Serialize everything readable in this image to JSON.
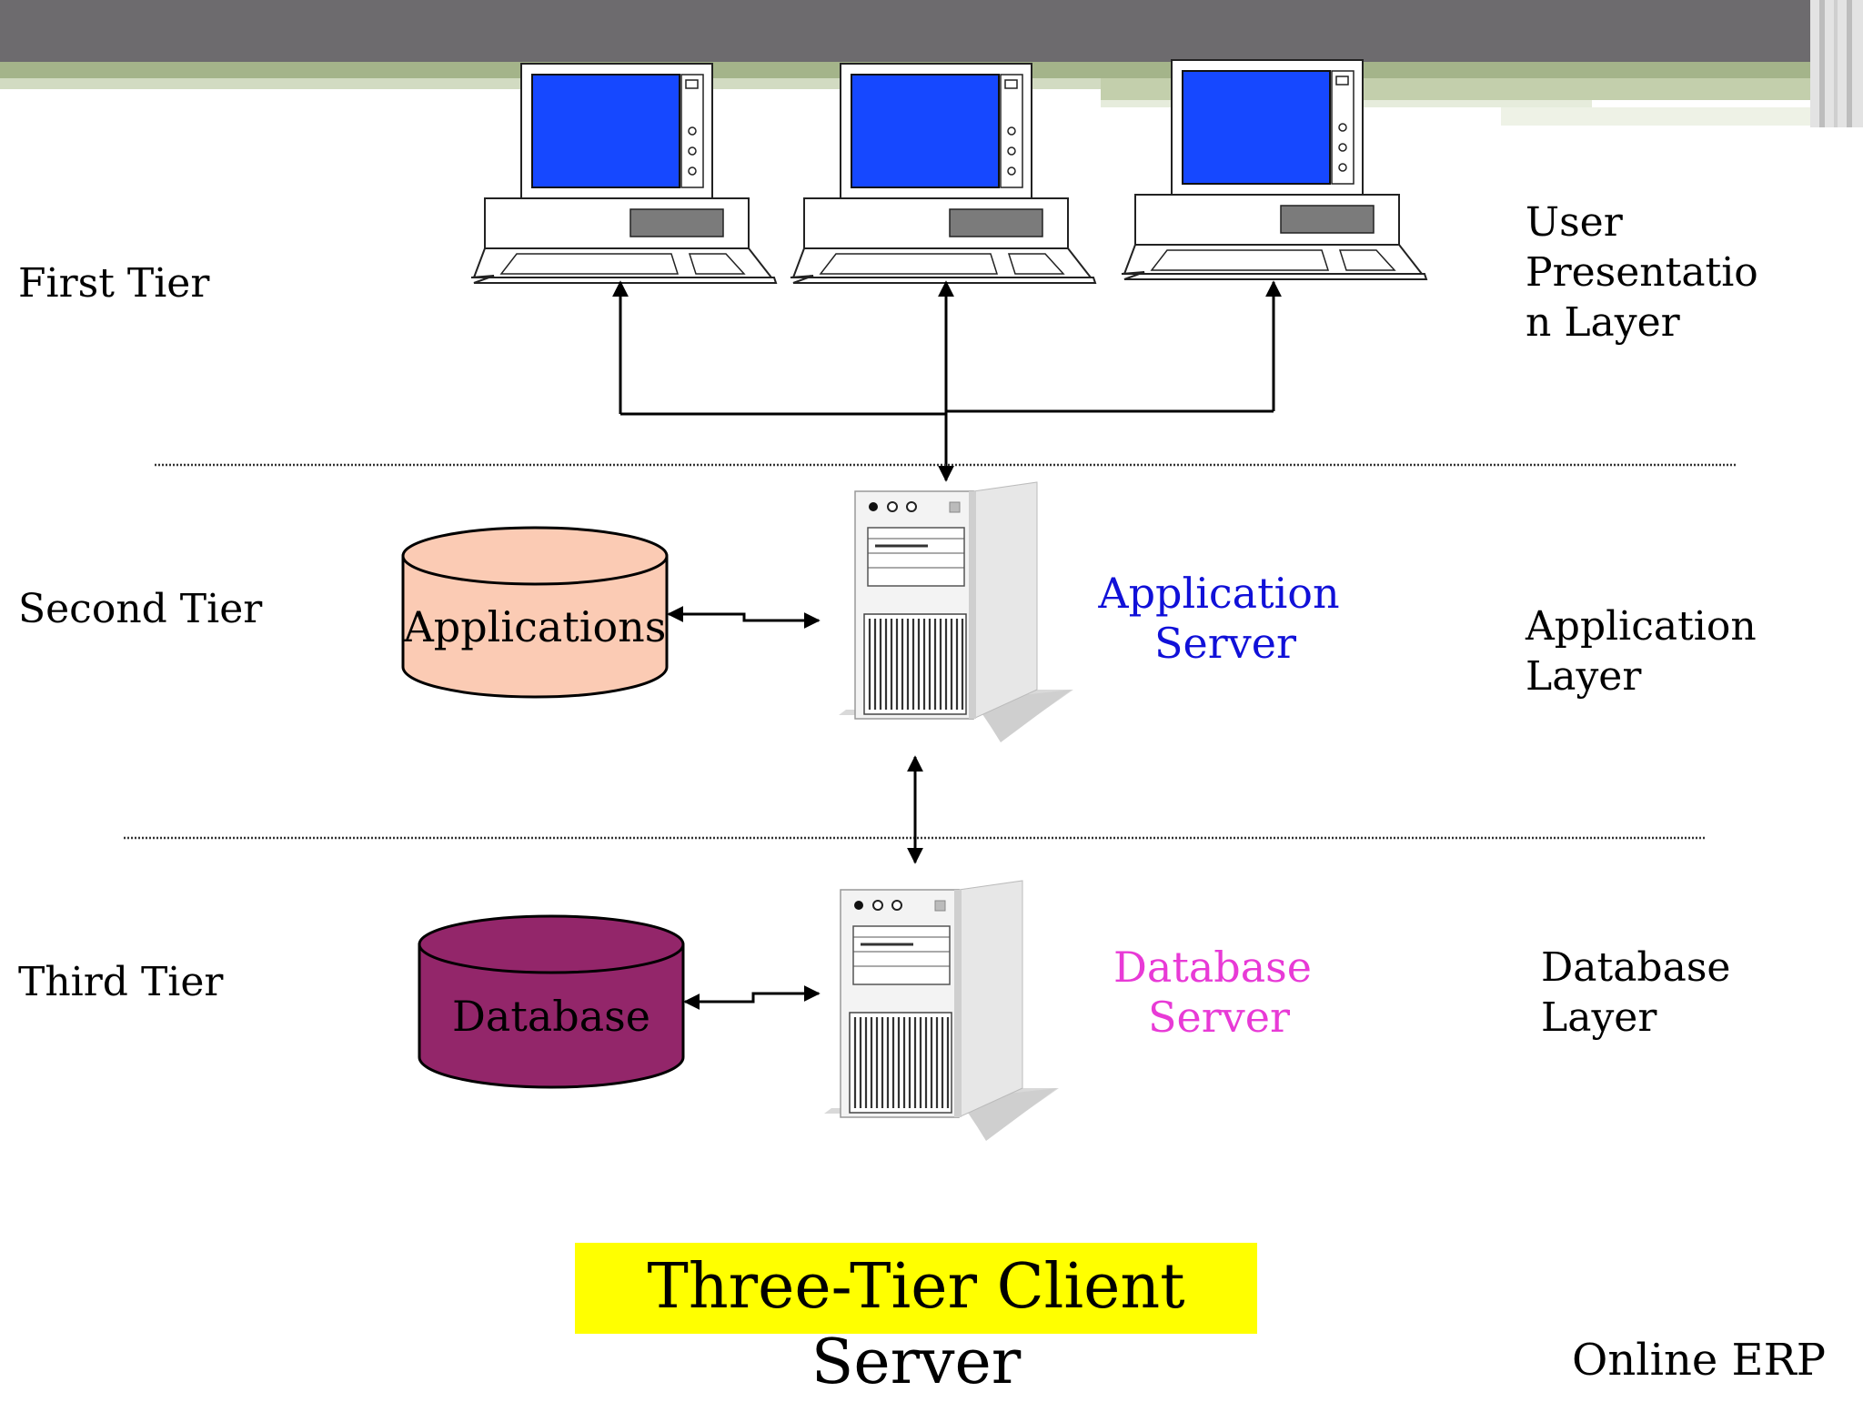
{
  "tiers": {
    "first": "First Tier",
    "second": "Second Tier",
    "third": "Third Tier"
  },
  "layers": {
    "user_presentation": [
      "User",
      "Presentatio",
      "n Layer"
    ],
    "application": [
      "Application",
      "Layer"
    ],
    "database": [
      "Database",
      "Layer"
    ]
  },
  "servers": {
    "application": {
      "lines": [
        "Application",
        "Server"
      ],
      "color": "#1010d8"
    },
    "database": {
      "lines": [
        "Database",
        "Server"
      ],
      "color": "#e83ad6"
    }
  },
  "stores": {
    "applications": {
      "label": "Applications",
      "fill": "#fbcbb4"
    },
    "database": {
      "label": "Database",
      "fill": "#93266a"
    }
  },
  "title": {
    "line1": "Three-Tier Client",
    "line2": "Server",
    "highlight": "#ffff00"
  },
  "footer": "Online ERP",
  "colors": {
    "header_bar": "#6d6b6e",
    "header_accent": "#a4b48a",
    "screen": "#1648ff"
  }
}
